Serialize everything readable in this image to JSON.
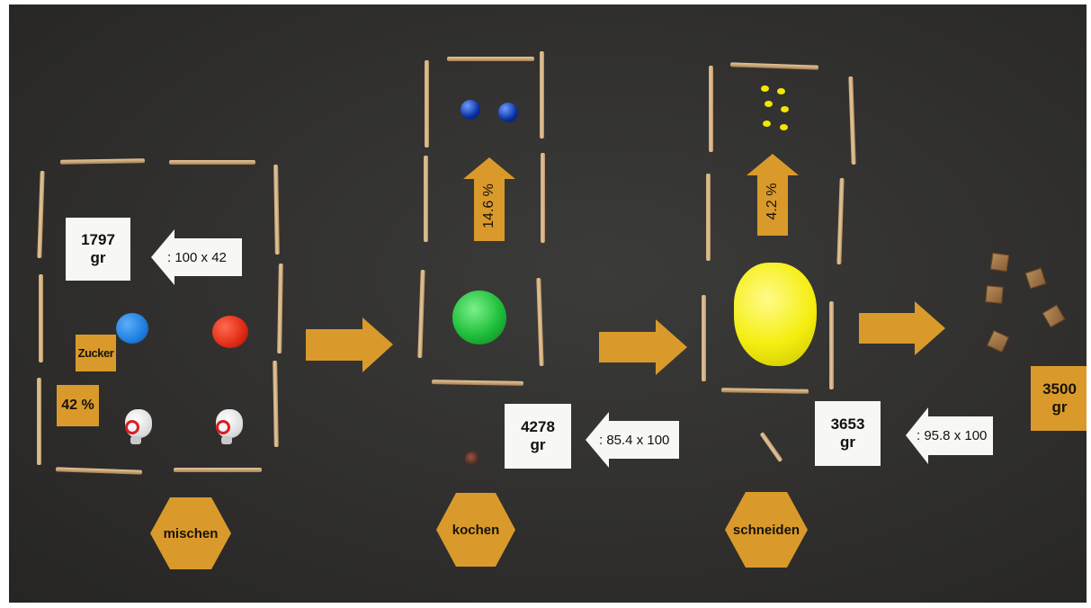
{
  "stations": [
    {
      "name": "mischen",
      "card_value": "1797",
      "card_unit": "gr",
      "op_label": ": 100 x 42",
      "ingredient_label": "Zucker",
      "percent_label": "42 %"
    },
    {
      "name": "kochen",
      "card_value": "4278",
      "card_unit": "gr",
      "op_label": ": 85.4 x 100",
      "percent_label": "14.6 %"
    },
    {
      "name": "schneiden",
      "card_value": "3653",
      "card_unit": "gr",
      "op_label": ": 95.8 x 100",
      "percent_label": "4.2 %"
    }
  ],
  "result": {
    "value": "3500",
    "unit": "gr"
  },
  "colors": {
    "board": "#302f2d",
    "orange": "#d99a2b",
    "card": "#f7f7f4",
    "stick": "#d2b285",
    "blue_ball": "#1f7fe0",
    "red_ball": "#e02a14",
    "green_ball": "#1fbf3a",
    "yellow_blob": "#f4ee10",
    "dark_blue_marble": "#0a2fa0",
    "yellow_seed": "#f1e800",
    "cube": "#9a6b3e"
  },
  "icons": [
    "flow-arrow-icon",
    "left-arrow-icon",
    "up-arrow-icon",
    "hexagon-icon",
    "milk-jug-icon",
    "marble-icon",
    "wooden-cube-icon"
  ]
}
